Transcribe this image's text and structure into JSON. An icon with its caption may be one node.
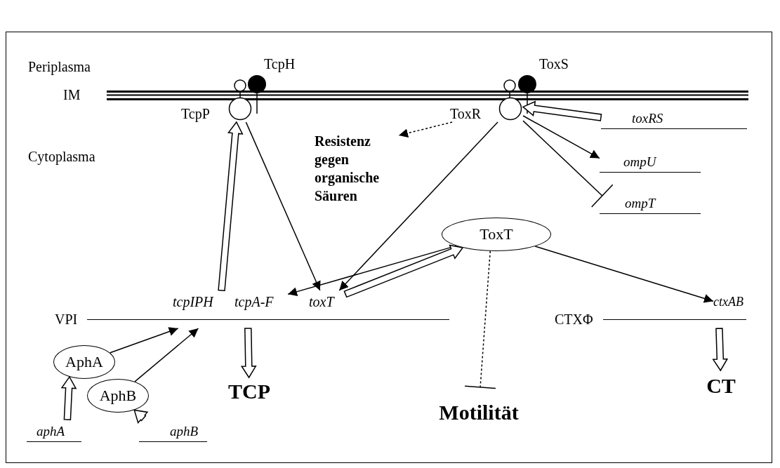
{
  "diagram": {
    "nodes": [
      {
        "text": [
          "TcpP"
        ]
      },
      {
        "text": [
          "ToxR"
        ]
      },
      {
        "text": [
          "toxRS"
        ]
      },
      {
        "text": [
          "Resistenz gegen organische Säuren"
        ]
      },
      {
        "text": [
          "ompU"
        ]
      },
      {
        "text": [
          "ompT"
        ]
      },
      {
        "text": [
          "ToxT"
        ]
      },
      {
        "text": [
          "tcpIPH"
        ]
      },
      {
        "text": [
          "tcpA-F"
        ]
      },
      {
        "text": [
          "toxT"
        ]
      },
      {
        "text": [
          "VPI"
        ]
      },
      {
        "text": [
          "CTXΦ"
        ]
      },
      {
        "text": [
          "ctxAB"
        ]
      },
      {
        "text": [
          "AphA"
        ]
      },
      {
        "text": [
          "AphB"
        ]
      },
      {
        "text": [
          "TCP"
        ]
      },
      {
        "text": [
          "Motilität"
        ]
      },
      {
        "text": [
          "CT"
        ]
      },
      {
        "text": [
          "aphA"
        ]
      },
      {
        "text": [
          "aphB"
        ]
      }
    ],
    "edges": [
      {
        "from": 2,
        "to": 1,
        "arrow": "to",
        "style": "thick"
      },
      {
        "from": 1,
        "to": 3,
        "arrow": "to",
        "style": "dashed"
      },
      {
        "from": 1,
        "to": 4,
        "arrow": "to"
      },
      {
        "from": 1,
        "to": 5,
        "arrow": "other"
      },
      {
        "from": 1,
        "to": 9,
        "arrow": "to"
      },
      {
        "from": 0,
        "to": 9,
        "arrow": "to"
      },
      {
        "from": 7,
        "to": 0,
        "arrow": "to",
        "style": "thick"
      },
      {
        "from": 6,
        "to": 8,
        "arrow": "to"
      },
      {
        "from": 9,
        "to": 6,
        "arrow": "to",
        "style": "thick"
      },
      {
        "from": 6,
        "to": 12,
        "arrow": "to"
      },
      {
        "from": 6,
        "to": 16,
        "arrow": "other",
        "style": "dashed"
      },
      {
        "from": 13,
        "to": 10,
        "arrow": "to"
      },
      {
        "from": 14,
        "to": 10,
        "arrow": "to"
      },
      {
        "from": 10,
        "to": 15,
        "arrow": "to",
        "style": "thick"
      },
      {
        "from": 11,
        "to": 17,
        "arrow": "to",
        "style": "thick"
      },
      {
        "from": 18,
        "to": 13,
        "arrow": "to",
        "style": "thick"
      },
      {
        "from": 19,
        "to": 14,
        "arrow": "to",
        "style": "thick"
      }
    ],
    "labels": [
      "Periplasma",
      "TcpH",
      "ToxS",
      "IM",
      "Cytoplasma"
    ]
  }
}
